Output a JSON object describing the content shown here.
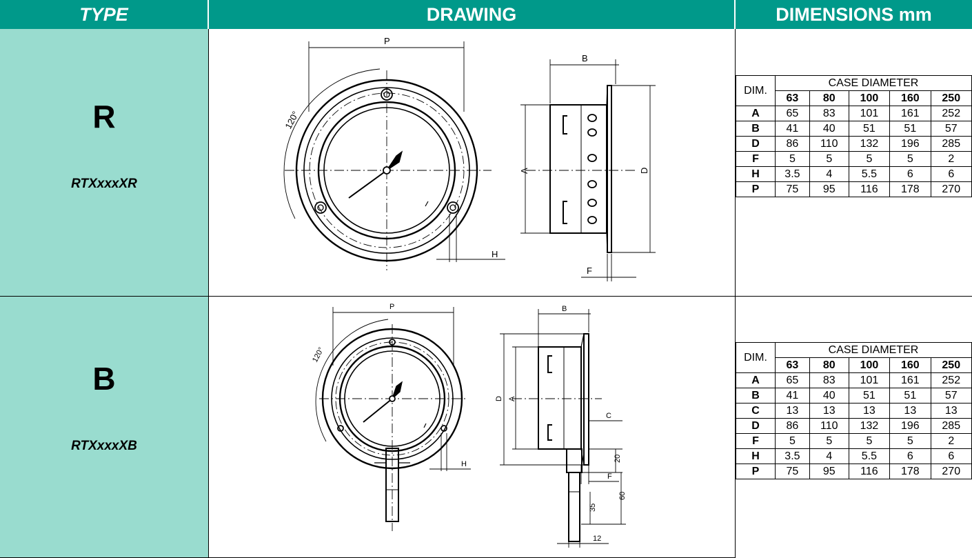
{
  "header": {
    "type": "TYPE",
    "drawing": "DRAWING",
    "dimensions": "DIMENSIONS mm"
  },
  "rows": [
    {
      "letter": "R",
      "code": "RTXxxxXR",
      "drawing_labels": {
        "p": "P",
        "b": "B",
        "a": "A",
        "d": "D",
        "h": "H",
        "f": "F",
        "angle": "120°"
      },
      "table": {
        "dim_label": "DIM.",
        "case_label": "CASE DIAMETER",
        "diameters": [
          "63",
          "80",
          "100",
          "160",
          "250"
        ],
        "rows": [
          {
            "dim": "A",
            "values": [
              "65",
              "83",
              "101",
              "161",
              "252"
            ]
          },
          {
            "dim": "B",
            "values": [
              "41",
              "40",
              "51",
              "51",
              "57"
            ]
          },
          {
            "dim": "D",
            "values": [
              "86",
              "110",
              "132",
              "196",
              "285"
            ]
          },
          {
            "dim": "F",
            "values": [
              "5",
              "5",
              "5",
              "5",
              "2"
            ]
          },
          {
            "dim": "H",
            "values": [
              "3.5",
              "4",
              "5.5",
              "6",
              "6"
            ]
          },
          {
            "dim": "P",
            "values": [
              "75",
              "95",
              "116",
              "178",
              "270"
            ]
          }
        ]
      }
    },
    {
      "letter": "B",
      "code": "RTXxxxXB",
      "drawing_labels": {
        "p": "P",
        "b": "B",
        "a": "A",
        "d": "D",
        "c": "C",
        "h": "H",
        "f": "F",
        "angle": "120°",
        "d20": "20",
        "d60": "60",
        "d35": "35",
        "d12": "12"
      },
      "table": {
        "dim_label": "DIM.",
        "case_label": "CASE DIAMETER",
        "diameters": [
          "63",
          "80",
          "100",
          "160",
          "250"
        ],
        "rows": [
          {
            "dim": "A",
            "values": [
              "65",
              "83",
              "101",
              "161",
              "252"
            ]
          },
          {
            "dim": "B",
            "values": [
              "41",
              "40",
              "51",
              "51",
              "57"
            ]
          },
          {
            "dim": "C",
            "values": [
              "13",
              "13",
              "13",
              "13",
              "13"
            ]
          },
          {
            "dim": "D",
            "values": [
              "86",
              "110",
              "132",
              "196",
              "285"
            ]
          },
          {
            "dim": "F",
            "values": [
              "5",
              "5",
              "5",
              "5",
              "2"
            ]
          },
          {
            "dim": "H",
            "values": [
              "3.5",
              "4",
              "5.5",
              "6",
              "6"
            ]
          },
          {
            "dim": "P",
            "values": [
              "75",
              "95",
              "116",
              "178",
              "270"
            ]
          }
        ]
      }
    }
  ]
}
